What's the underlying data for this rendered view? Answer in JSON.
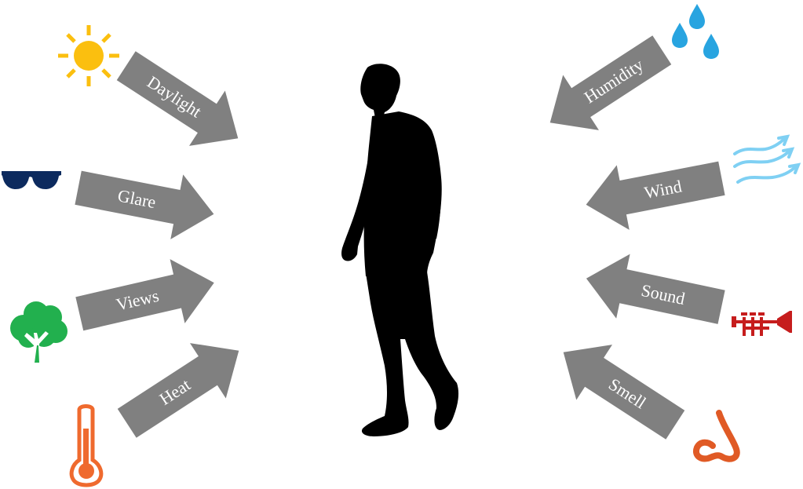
{
  "diagram": {
    "colors": {
      "arrow": "#808080",
      "label": "#ffffff",
      "silhouette": "#000000",
      "sun": "#fbbf0f",
      "glasses": "#0c2a5e",
      "tree": "#22b04e",
      "thermometer": "#ef6a2e",
      "water": "#28a4e0",
      "wind": "#7fd0f3",
      "trumpet": "#c61d1d",
      "nose": "#e05a25"
    },
    "left_factors": [
      {
        "label": "Daylight",
        "icon": "sun-icon"
      },
      {
        "label": "Glare",
        "icon": "sunglasses-icon"
      },
      {
        "label": "Views",
        "icon": "tree-icon"
      },
      {
        "label": "Heat",
        "icon": "thermometer-icon"
      }
    ],
    "right_factors": [
      {
        "label": "Humidity",
        "icon": "water-drops-icon"
      },
      {
        "label": "Wind",
        "icon": "wind-icon"
      },
      {
        "label": "Sound",
        "icon": "trumpet-icon"
      },
      {
        "label": "Smell",
        "icon": "nose-icon"
      }
    ],
    "center": {
      "icon": "person-silhouette-icon"
    }
  }
}
